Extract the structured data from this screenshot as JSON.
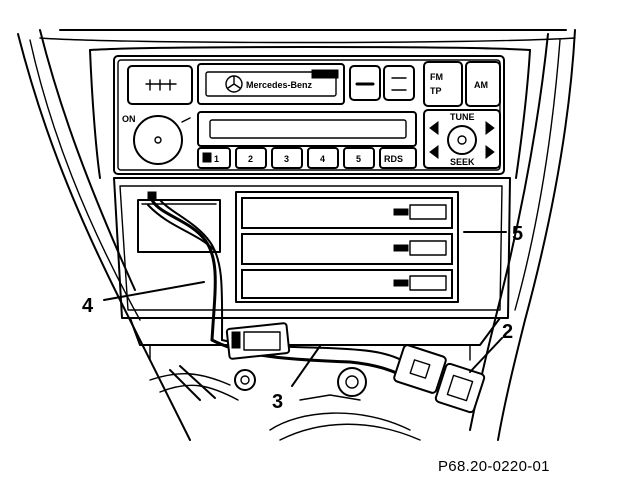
{
  "figure": {
    "code": "P68.20-0220-01",
    "callouts": {
      "c2": "2",
      "c3": "3",
      "c4": "4",
      "c5": "5"
    },
    "radio_labels": {
      "cassette_brand": "Mercedes-Benz",
      "button_1": "1",
      "button_2": "2",
      "button_3": "3",
      "button_4": "4",
      "button_5": "5",
      "rds": "RDS",
      "am": "AM",
      "fm_tp": "FM TP",
      "tune": "TUNE",
      "seek": "SEEK",
      "on": "ON"
    }
  }
}
